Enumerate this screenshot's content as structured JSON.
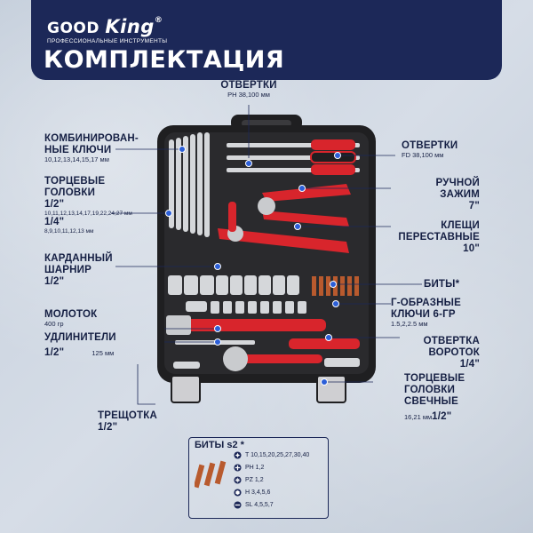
{
  "header": {
    "brand": "GOOD",
    "brand_k": "King",
    "brand_reg": "®",
    "tagline": "ПРОФЕССИОНАЛЬНЫЕ ИНСТРУМЕНТЫ",
    "title": "КОМПЛЕКТАЦИЯ"
  },
  "labels": {
    "top_screwdrivers": {
      "title": "ОТВЕРТКИ",
      "sub": "PH 38,100 мм"
    },
    "combo_wrenches": {
      "title1": "КОМБИНИРОВАН-",
      "title2": "НЫЕ КЛЮЧИ",
      "sub": "10,12,13,14,15,17 мм"
    },
    "sockets": {
      "title1": "ТОРЦЕВЫЕ",
      "title2": "ГОЛОВКИ",
      "half": "1/2\"",
      "half_sizes": "10,11,12,13,14,17,19,22,24,27 мм",
      "quarter": "1/4\"",
      "quarter_sizes": "8,9,10,11,12,13 мм"
    },
    "cardan": {
      "title1": "КАРДАННЫЙ",
      "title2": "ШАРНИР",
      "sub": "1/2\""
    },
    "hammer": {
      "title": "МОЛОТОК",
      "sub": "400 гр"
    },
    "extensions": {
      "title": "УДЛИНИТЕЛИ",
      "size": "1/2\"",
      "length": "125 мм"
    },
    "ratchet": {
      "title": "ТРЕЩОТКА",
      "sub": "1/2\""
    },
    "fd_screwdrivers": {
      "title": "ОТВЕРТКИ",
      "sub": "FD 38,100 мм"
    },
    "clamp": {
      "title1": "РУЧНОЙ",
      "title2": "ЗАЖИМ",
      "sub": "7\""
    },
    "pliers": {
      "title1": "КЛЕЩИ",
      "title2": "ПЕРЕСТАВНЫЕ",
      "sub": "10\""
    },
    "bits": {
      "title": "БИТЫ*"
    },
    "hex_keys": {
      "title1": "Г-ОБРАЗНЫЕ",
      "title2": "КЛЮЧИ 6-ГР",
      "sub": "1.5,2,2.5 мм"
    },
    "screwdriver_handle": {
      "title1": "ОТВЕРТКА",
      "title2": "ВОРОТОК",
      "sub": "1/4\""
    },
    "spark_sockets": {
      "title1": "ТОРЦЕВЫЕ",
      "title2": "ГОЛОВКИ",
      "title3": "СВЕЧНЫЕ",
      "sizes": "16,21 мм",
      "drive": "1/2\""
    }
  },
  "bits_box": {
    "title": "БИТЫ  s2 *",
    "rows": [
      {
        "icon": "torx-icon",
        "text": "T 10,15,20,25,27,30,40"
      },
      {
        "icon": "phillips-icon",
        "text": "PH 1,2"
      },
      {
        "icon": "pozidriv-icon",
        "text": "PZ 1,2"
      },
      {
        "icon": "hex-icon",
        "text": "H 3,4,5,6"
      },
      {
        "icon": "slotted-icon",
        "text": "SL 4,5,5,7"
      }
    ]
  },
  "colors": {
    "navy": "#1c2858",
    "case": "#1f1f21",
    "accent_red": "#d8252c",
    "marker_blue": "#2c5fd8"
  }
}
